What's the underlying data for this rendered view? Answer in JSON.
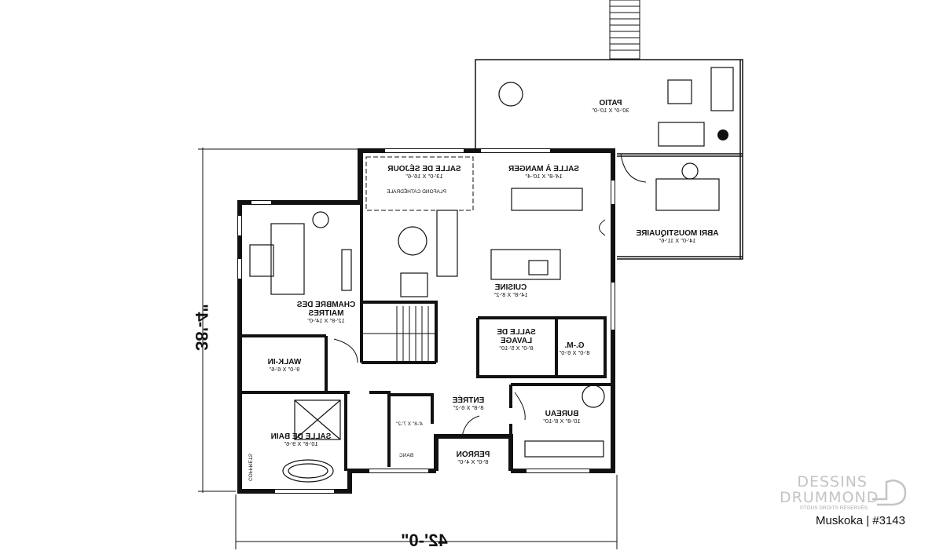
{
  "plan": {
    "rooms": [
      {
        "name": "PATIO",
        "dims": "30'-0\" X 10'-0\""
      },
      {
        "name": "SALLE DE SÉJOUR",
        "dims": "13'-0\" X 16'-6\""
      },
      {
        "name": "SALLE À MANGER",
        "dims": "14'-8\" X 10'-4\""
      },
      {
        "name": "ABRI MOUSTIQUAIRE",
        "dims": "14'-0\" X 11'-6\""
      },
      {
        "name": "CUISINE",
        "dims": "14'-8\" X 8'-2\""
      },
      {
        "name": "CHAMBRE DES MAITRES",
        "dims": "12'-8\" X 14'-0\""
      },
      {
        "name": "SALLE DE LAVAGE",
        "dims": "8'-0\" X 5'-10\""
      },
      {
        "name": "G.-M.",
        "dims": "8'-0\" X 6'-0\""
      },
      {
        "name": "WALK-IN",
        "dims": "9'-0\" X 6'-6\""
      },
      {
        "name": "ENTRÉE",
        "dims": "8'-8\" X 6'-2\""
      },
      {
        "name": "BUREAU",
        "dims": "10'-8\" X 8'-10\""
      },
      {
        "name": "SALLE DE BAIN",
        "dims": "10'-8\" X 9'-6\""
      },
      {
        "name": "PERRON",
        "dims": "8'-0\" X 4'-0\""
      }
    ],
    "notes": {
      "ceiling": "PLAFOND CATHÉDRALE",
      "closet": "4'-8\" X 7'-2\"",
      "bench": "BANC",
      "linen": "COFFRETS"
    },
    "dimensions": {
      "width": "42'-0\"",
      "depth": "38'-4\""
    }
  },
  "branding": {
    "logo_line1": "DESSINS",
    "logo_line2": "DRUMMOND",
    "rights": "©TOUS DROITS RÉSERVÉS",
    "model": "Muskoka | #3143"
  }
}
